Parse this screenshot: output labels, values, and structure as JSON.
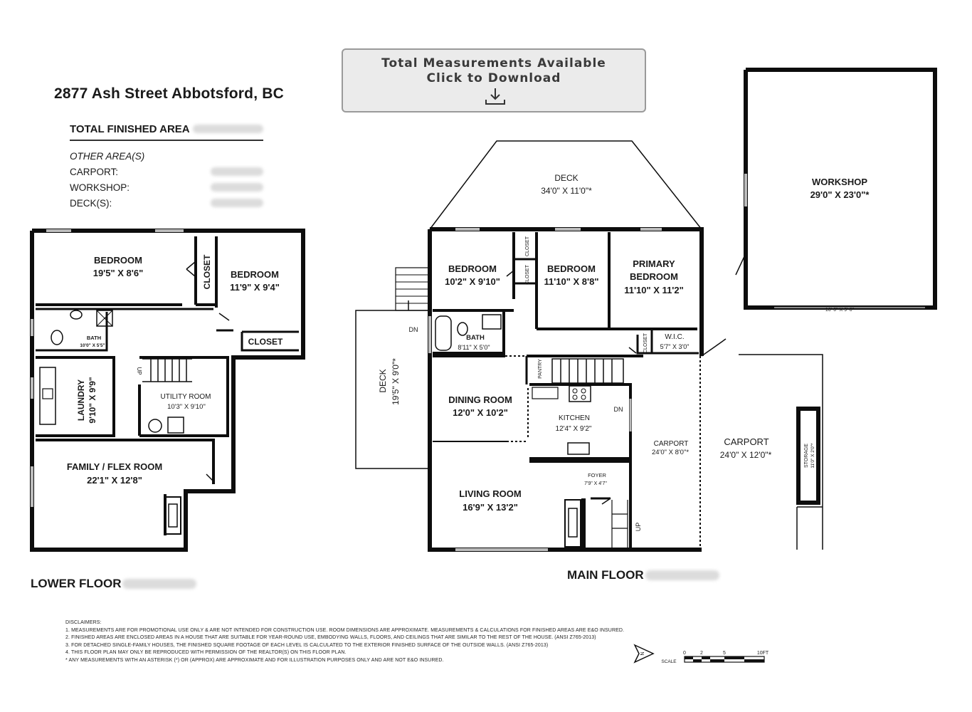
{
  "download": {
    "line1": "Total Measurements Available",
    "line2": "Click to Download",
    "icon": "download-arrow-icon"
  },
  "address": "2877 Ash Street Abbotsford, BC",
  "summary": {
    "total_label": "TOTAL FINISHED AREA",
    "other_label": "OTHER AREA(S)",
    "rows": [
      "CARPORT:",
      "WORKSHOP:",
      "DECK(S):"
    ]
  },
  "lower_floor": {
    "label": "LOWER FLOOR",
    "rooms": {
      "bedroom1": {
        "name": "BEDROOM",
        "dim": "19'5\" X 8'6\""
      },
      "bedroom2": {
        "name": "BEDROOM",
        "dim": "11'9\" X 9'4\""
      },
      "closet_v": "CLOSET",
      "closet_h": "CLOSET",
      "bath": {
        "name": "BATH",
        "dim": "10'0\" X 5'5\""
      },
      "laundry": {
        "name": "LAUNDRY",
        "dim": "9'10\" X 9'9\""
      },
      "utility": {
        "name": "UTILITY ROOM",
        "dim": "10'3\" X 9'10\""
      },
      "family": {
        "name": "FAMILY / FLEX ROOM",
        "dim": "22'1\" X 12'8\""
      },
      "up": "UP"
    }
  },
  "main_floor": {
    "label": "MAIN FLOOR",
    "rooms": {
      "deck_top": {
        "name": "DECK",
        "dim": "34'0\" X 11'0\"*"
      },
      "deck_side": {
        "name": "DECK",
        "dim": "19'5\" X 9'0\"*"
      },
      "bedroom1": {
        "name": "BEDROOM",
        "dim": "10'2\" X 9'10\""
      },
      "bedroom2": {
        "name": "BEDROOM",
        "dim": "11'10\" X 8'8\""
      },
      "primary": {
        "name1": "PRIMARY",
        "name2": "BEDROOM",
        "dim": "11'10\" X 11'2\""
      },
      "closet1": "CLOSET",
      "closet2": "CLOSET",
      "closet3": "CLOSET",
      "wic": {
        "name": "W.I.C.",
        "dim": "5'7\" X 3'0\""
      },
      "bath": {
        "name": "BATH",
        "dim": "8'11\" X 5'0\""
      },
      "pantry": "PANTRY",
      "dining": {
        "name": "DINING ROOM",
        "dim": "12'0\" X 10'2\""
      },
      "kitchen": {
        "name": "KITCHEN",
        "dim": "12'4\" X 9'2\""
      },
      "living": {
        "name": "LIVING ROOM",
        "dim": "16'9\" X 13'2\""
      },
      "foyer": {
        "name": "FOYER",
        "dim": "7'9\" X 4'7\""
      },
      "carport1": {
        "name": "CARPORT",
        "dim": "24'0\" X 8'0\"*"
      },
      "carport2": {
        "name": "CARPORT",
        "dim": "24'0\" X 12'0\"*"
      },
      "storage": {
        "name": "STORAGE",
        "dim": "11'0\" X 2'0\"*"
      },
      "dn1": "DN",
      "dn2": "DN",
      "up": "UP"
    }
  },
  "workshop": {
    "name": "WORKSHOP",
    "dim": "29'0\" X 23'0\"*",
    "door_note": "16'-0\" X 9'-0\""
  },
  "scale": {
    "label": "SCALE",
    "ticks": [
      "0",
      "2",
      "5",
      "10FT"
    ],
    "north_icon": "north-arrow-icon"
  },
  "disclaimers": [
    "DISCLAIMERS:",
    "1. MEASUREMENTS ARE FOR PROMOTIONAL USE ONLY & ARE NOT INTENDED FOR CONSTRUCTION USE. ROOM DIMENSIONS ARE APPROXIMATE. MEASUREMENTS & CALCULATIONS FOR FINISHED AREAS ARE E&O INSURED.",
    "2. FINISHED AREAS ARE ENCLOSED AREAS IN A HOUSE THAT ARE SUITABLE FOR YEAR-ROUND USE, EMBODYING WALLS, FLOORS, AND CEILINGS THAT ARE SIMILAR TO THE REST OF THE HOUSE. (ANSI Z765-2013)",
    "3. FOR DETACHED SINGLE-FAMILY HOUSES, THE FINISHED SQUARE FOOTAGE OF EACH LEVEL IS CALCULATED TO THE EXTERIOR FINISHED SURFACE OF THE OUTSIDE WALLS. (ANSI Z765-2013)",
    "4. THIS FLOOR PLAN MAY ONLY BE REPRODUCED WITH PERMISSION OF THE REALTOR(S) ON THIS FLOOR PLAN.",
    "* ANY MEASUREMENTS WITH AN ASTERISK (*) OR (APPROX) ARE APPROXIMATE AND FOR ILLUSTRATION PURPOSES ONLY AND ARE NOT E&O INSURED."
  ],
  "colors": {
    "wall": "#0d0d0d",
    "button_bg": "#ebebeb",
    "button_border": "#9a9a9a",
    "blur": "#dcdcdc"
  }
}
